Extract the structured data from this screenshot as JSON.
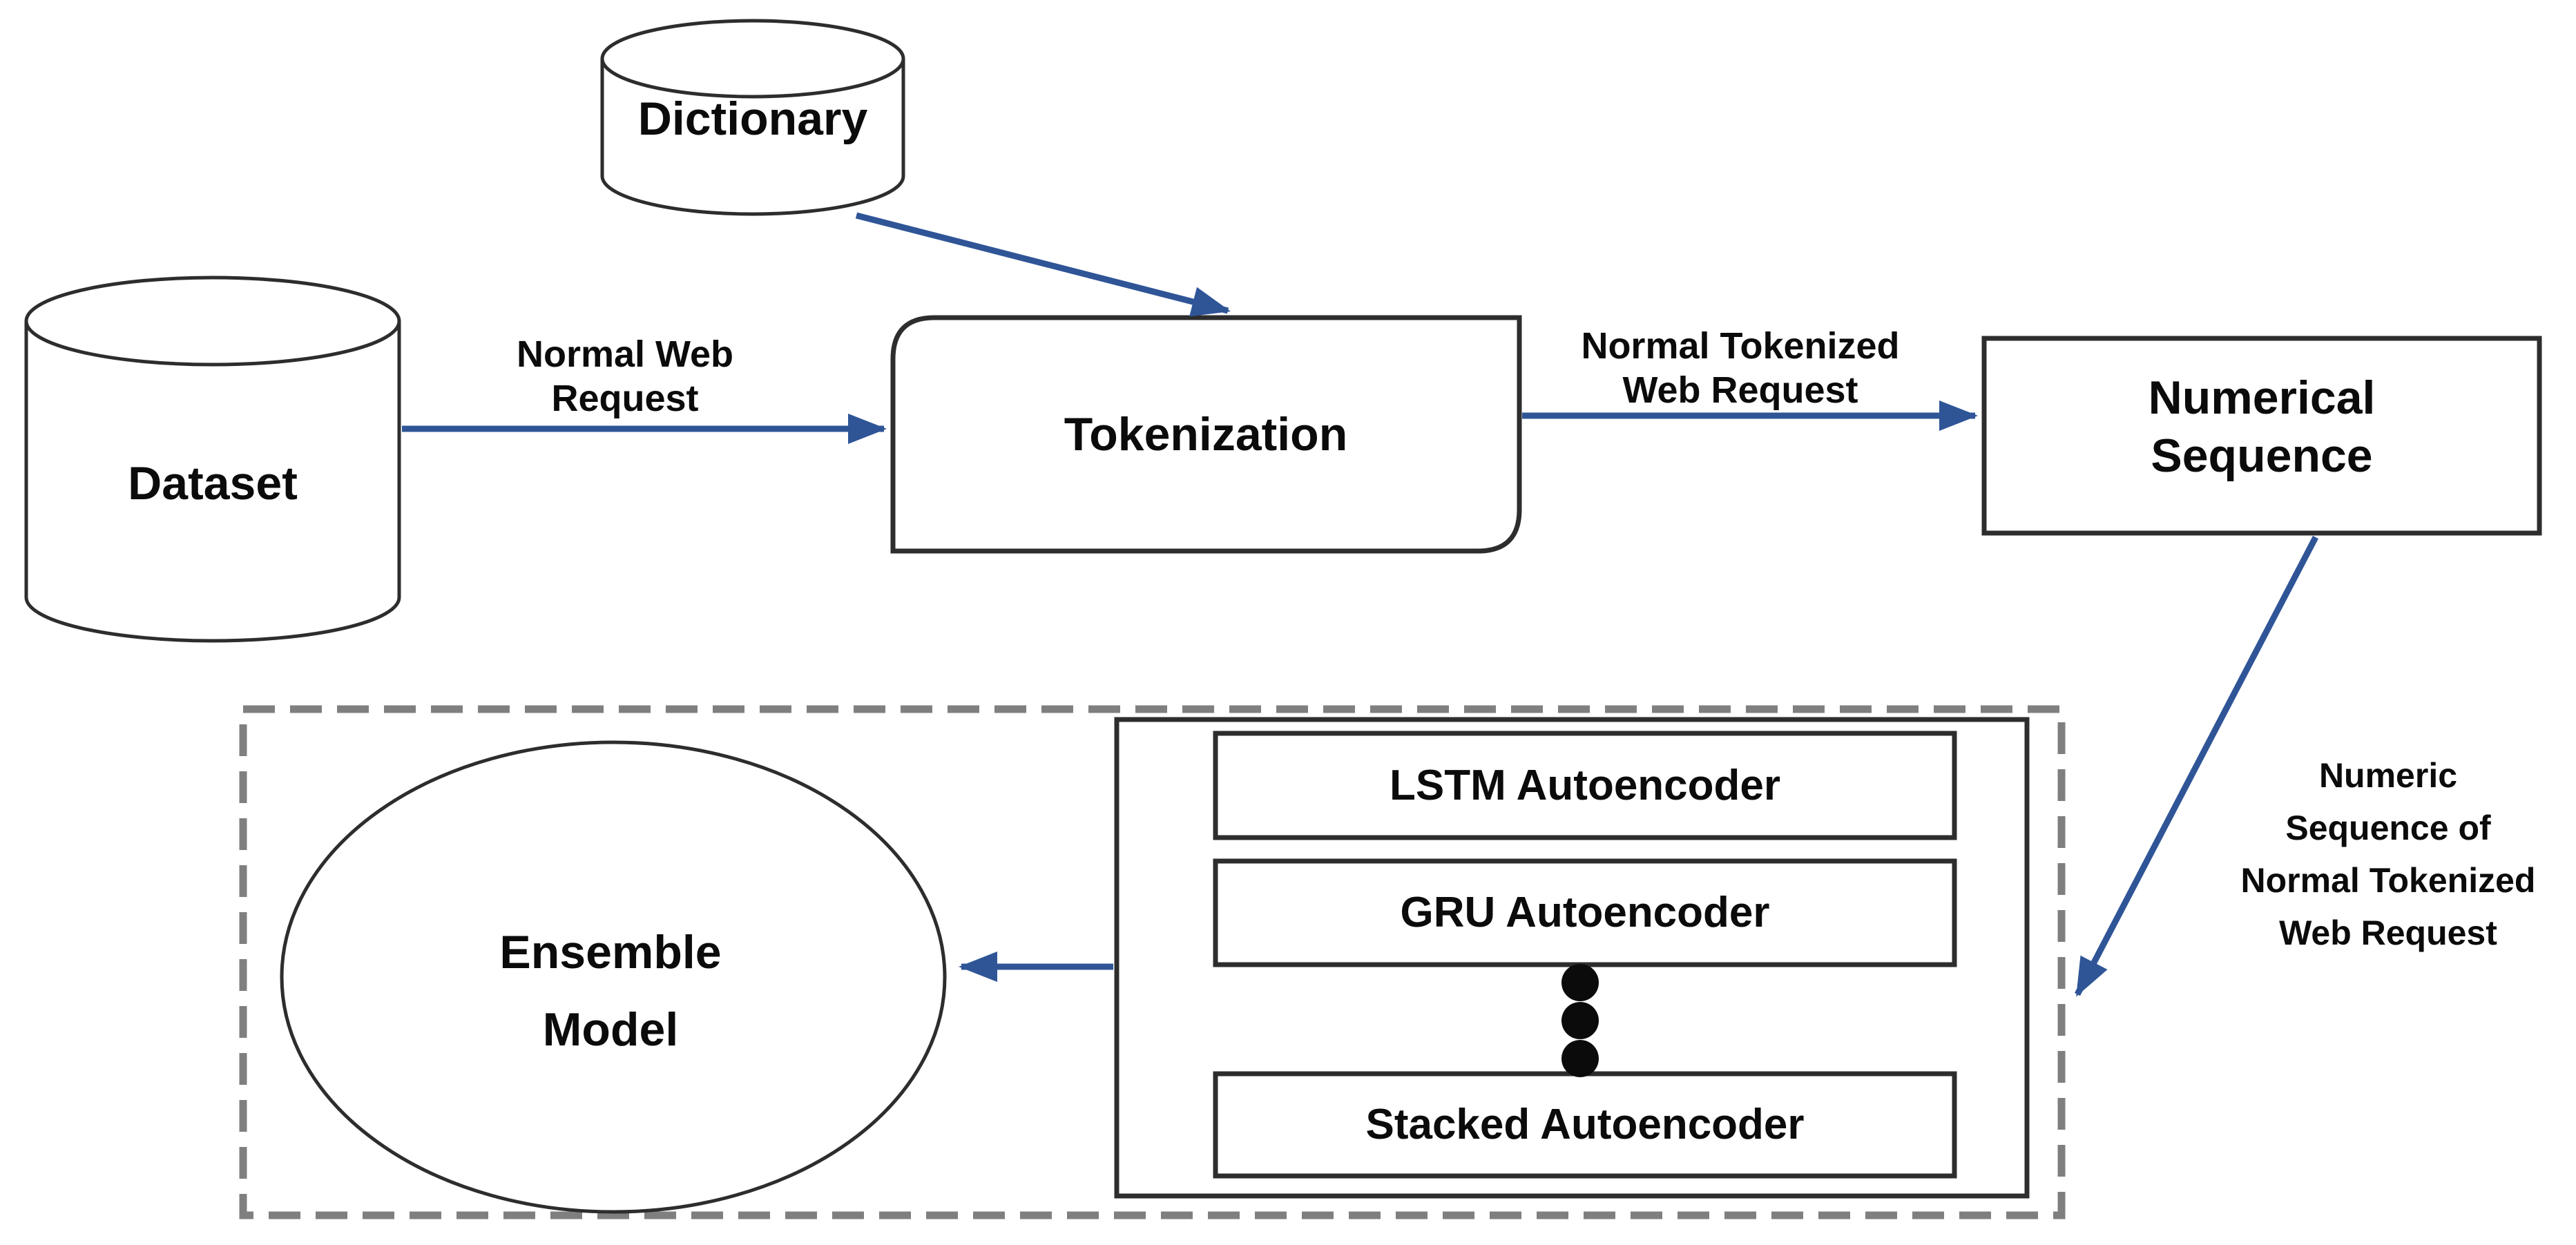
{
  "diagram": {
    "colors": {
      "arrow_blue": "#2f5597",
      "shape_outline": "#2d2d2d",
      "dashed_border_gray": "#7f7f7f",
      "background": "#ffffff",
      "text": "#0b0b0b"
    },
    "nodes": {
      "dictionary": {
        "label": "Dictionary",
        "shape": "cylinder"
      },
      "dataset": {
        "label": "Dataset",
        "shape": "cylinder"
      },
      "tokenization": {
        "label": "Tokenization",
        "shape": "rounded-rectangle"
      },
      "numerical_sequence": {
        "lines": [
          "Numerical",
          "Sequence"
        ],
        "shape": "rectangle"
      },
      "ensemble_model": {
        "lines": [
          "Ensemble",
          "Model"
        ],
        "shape": "ellipse"
      },
      "lstm_autoencoder": {
        "label": "LSTM Autoencoder",
        "shape": "rectangle"
      },
      "gru_autoencoder": {
        "label": "GRU Autoencoder",
        "shape": "rectangle"
      },
      "stacked_autoencoder": {
        "label": "Stacked Autoencoder",
        "shape": "rectangle"
      },
      "ellipsis_dots": {
        "count": 3
      }
    },
    "edge_labels": {
      "normal_web_request": {
        "lines": [
          "Normal Web",
          "Request"
        ]
      },
      "normal_tokenized_web_request": {
        "lines": [
          "Normal Tokenized",
          "Web Request"
        ]
      },
      "numeric_sequence_note": {
        "lines": [
          "Numeric",
          "Sequence of",
          "Normal Tokenized",
          "Web Request"
        ]
      }
    }
  }
}
